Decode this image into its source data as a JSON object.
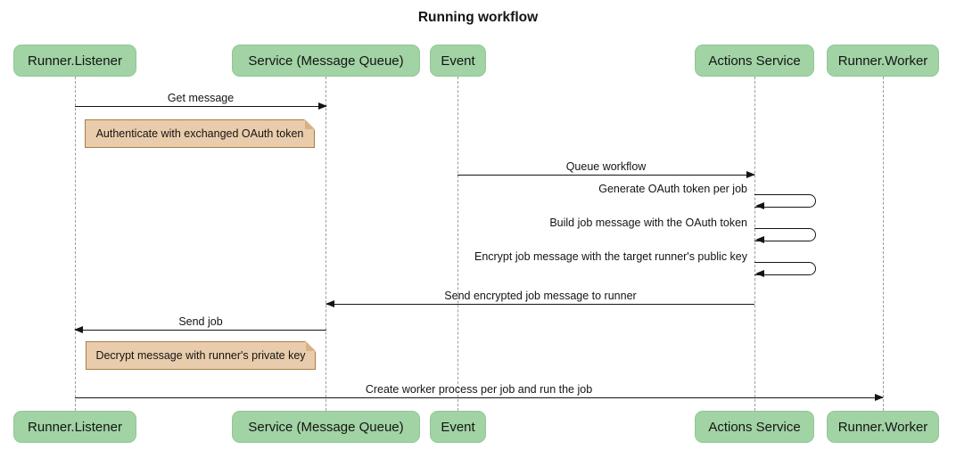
{
  "title": "Running workflow",
  "participants": [
    {
      "id": "runner-listener",
      "label": "Runner.Listener"
    },
    {
      "id": "service-message-queue",
      "label": "Service (Message Queue)"
    },
    {
      "id": "event",
      "label": "Event"
    },
    {
      "id": "actions-service",
      "label": "Actions Service"
    },
    {
      "id": "runner-worker",
      "label": "Runner.Worker"
    }
  ],
  "messages": [
    {
      "from": "Runner.Listener",
      "to": "Service (Message Queue)",
      "label": "Get message",
      "direction": "right"
    },
    {
      "from": "Event",
      "to": "Actions Service",
      "label": "Queue workflow",
      "direction": "right"
    },
    {
      "from": "Actions Service",
      "to": "Actions Service",
      "label": "Generate OAuth token per job",
      "direction": "self"
    },
    {
      "from": "Actions Service",
      "to": "Actions Service",
      "label": "Build job message with the OAuth token",
      "direction": "self"
    },
    {
      "from": "Actions Service",
      "to": "Actions Service",
      "label": "Encrypt job message with the target runner's public key",
      "direction": "self"
    },
    {
      "from": "Actions Service",
      "to": "Service (Message Queue)",
      "label": "Send encrypted job message to runner",
      "direction": "left"
    },
    {
      "from": "Service (Message Queue)",
      "to": "Runner.Listener",
      "label": "Send job",
      "direction": "left"
    },
    {
      "from": "Runner.Listener",
      "to": "Runner.Worker",
      "label": "Create worker process per job and run the job",
      "direction": "right"
    }
  ],
  "notes": [
    {
      "over": "Runner.Listener",
      "label": "Authenticate with exchanged OAuth token"
    },
    {
      "over": "Runner.Listener",
      "label": "Decrypt message with runner's private key"
    }
  ],
  "colors": {
    "background": "#ffffff",
    "actor_fill": "#A1D3A5",
    "actor_border": "#90c795",
    "note_fill": "#E9CCAB",
    "note_border": "#AA7D45",
    "lifeline": "#9c9c9c",
    "arrow": "#141414",
    "text": "#141414"
  }
}
